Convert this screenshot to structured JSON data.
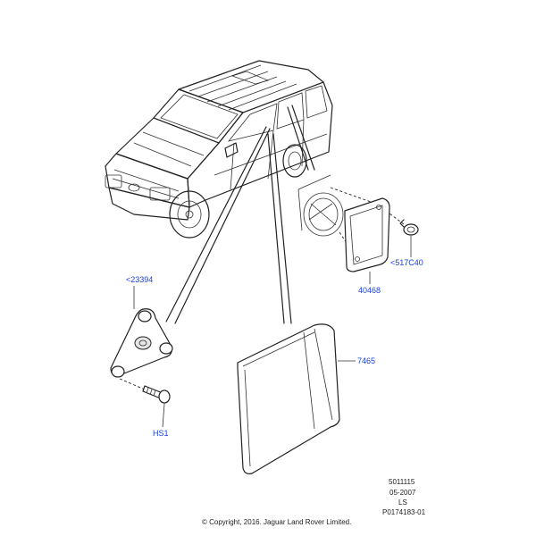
{
  "callouts": {
    "bracket": "<23394",
    "bolt": "HS1",
    "panel": "7465",
    "plate": "40468",
    "clip": "<517C40"
  },
  "reference": {
    "code": "5011115",
    "date": "05-2007",
    "initials": "LS",
    "illustration": "P0174183-01"
  },
  "copyright": "© Copyright, 2016. Jaguar Land Rover Limited.",
  "colors": {
    "callout": "#1a3fd6",
    "linework": "#222222"
  }
}
